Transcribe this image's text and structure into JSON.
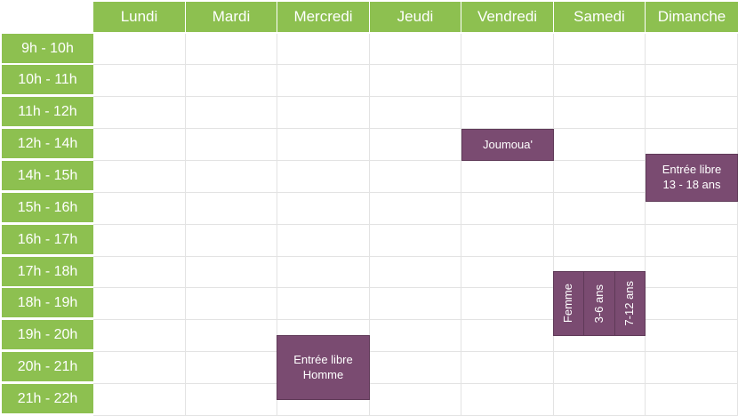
{
  "days": [
    "Lundi",
    "Mardi",
    "Mercredi",
    "Jeudi",
    "Vendredi",
    "Samedi",
    "Dimanche"
  ],
  "times": [
    "9h - 10h",
    "10h - 11h",
    "11h - 12h",
    "12h - 14h",
    "14h - 15h",
    "15h - 16h",
    "16h - 17h",
    "17h - 18h",
    "18h - 19h",
    "19h - 20h",
    "20h - 21h",
    "21h - 22h"
  ],
  "events": {
    "joumoua": "Joumoua'",
    "entree_libre_13_18": {
      "line1": "Entrée libre",
      "line2": "13 - 18 ans"
    },
    "femme": "Femme",
    "ans_3_6": "3-6 ans",
    "ans_7_12": "7-12 ans",
    "entree_libre_homme": {
      "line1": "Entrée libre",
      "line2": "Homme"
    }
  },
  "colors": {
    "header_green": "#8dc050",
    "event_purple": "#7a4b71",
    "grid_line": "#e3e3e3"
  }
}
